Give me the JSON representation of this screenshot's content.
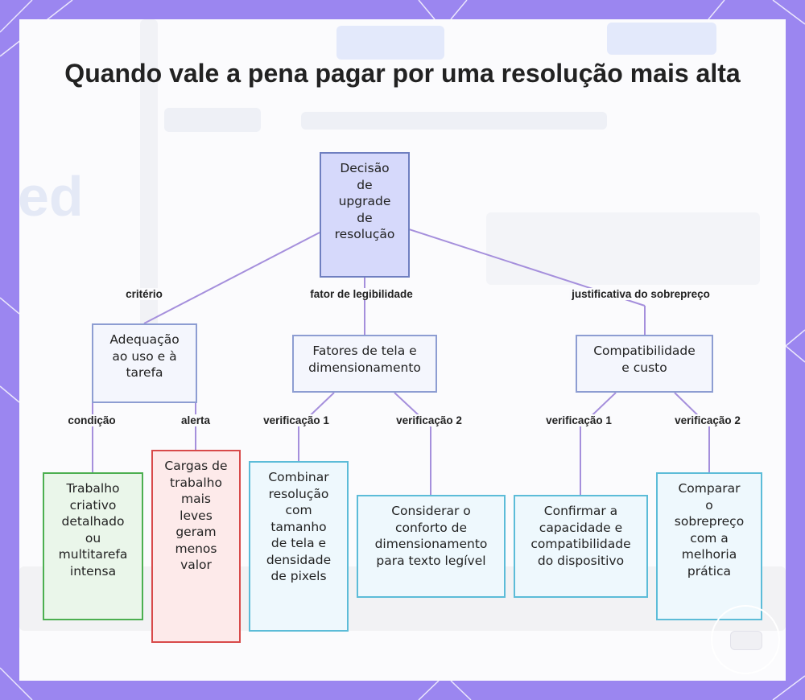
{
  "title": "Quando vale a pena pagar por uma resolução mais alta",
  "nodes": {
    "root": "Decisão\nde\nupgrade\nde\nresolução",
    "adequacao": "Adequação\nao uso e à\ntarefa",
    "fatores": "Fatores de tela e\ndimensionamento",
    "compat": "Compatibilidade\ne custo",
    "trabalho": "Trabalho\ncriativo\ndetalhado\nou\nmultitarefa\nintensa",
    "cargas": "Cargas de\ntrabalho\nmais\nleves\ngeram\nmenos\nvalor",
    "combinar": "Combinar\nresolução\ncom\ntamanho\nde tela e\ndensidade\nde pixels",
    "considerar": "Considerar o\nconforto de\ndimensionamento\npara texto legível",
    "confirmar": "Confirmar a\ncapacidade e\ncompatibilidade\ndo dispositivo",
    "comparar": "Comparar\no\nsobrepreço\ncom a\nmelhoria\nprática"
  },
  "edges": {
    "criterio": "critério",
    "fator": "fator de legibilidade",
    "justificativa": "justificativa do sobrepreço",
    "condicao": "condição",
    "alerta": "alerta",
    "verif1_a": "verificação 1",
    "verif2_a": "verificação 2",
    "verif1_b": "verificação 1",
    "verif2_b": "verificação 2"
  },
  "colors": {
    "frame": "#9b86f0",
    "connector": "#a58fdc",
    "root_fill": "#d6d9fb",
    "green_border": "#4caf50",
    "red_border": "#d84a4a",
    "cyan_border": "#5cbcd8"
  }
}
